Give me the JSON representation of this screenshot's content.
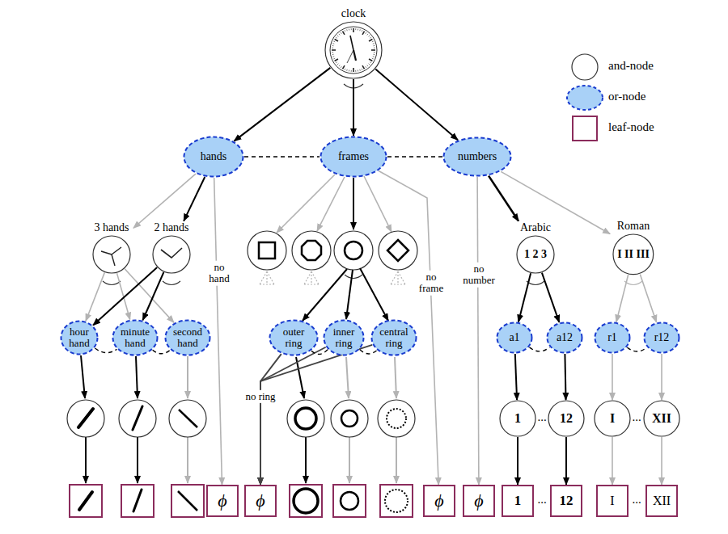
{
  "diagram": {
    "nodes": [
      {
        "text": [
          "clock"
        ]
      },
      {
        "text": [
          "hands"
        ]
      },
      {
        "text": [
          "frames"
        ]
      },
      {
        "text": [
          "numbers"
        ]
      },
      {
        "text": [
          "3 hands"
        ]
      },
      {
        "text": [
          "2 hands"
        ]
      },
      {
        "text": [
          "ϕ"
        ]
      },
      {
        "text": [
          "hour hand"
        ]
      },
      {
        "text": [
          "minute hand"
        ]
      },
      {
        "text": [
          "second hand"
        ]
      },
      {
        "text": [
          "outer ring"
        ]
      },
      {
        "text": [
          "inner ring"
        ]
      },
      {
        "text": [
          "central ring"
        ]
      },
      {
        "text": [
          "ϕ"
        ]
      },
      {
        "text": [
          "ϕ"
        ]
      },
      {
        "text": [
          "ϕ"
        ]
      },
      {
        "text": [
          "Arabic",
          "1 2 3"
        ]
      },
      {
        "text": [
          "Roman",
          "I II III"
        ]
      },
      {
        "text": [
          "a1"
        ]
      },
      {
        "text": [
          "a12"
        ]
      },
      {
        "text": [
          "r1"
        ]
      },
      {
        "text": [
          "r12"
        ]
      },
      {
        "text": [
          "1"
        ]
      },
      {
        "text": [
          "12"
        ]
      },
      {
        "text": [
          "I"
        ]
      },
      {
        "text": [
          "XII"
        ]
      },
      {
        "text": [
          "1"
        ]
      },
      {
        "text": [
          "12"
        ]
      },
      {
        "text": [
          "I"
        ]
      },
      {
        "text": [
          "XII"
        ]
      }
    ],
    "edges": [
      {
        "from": 0,
        "to": 1,
        "arrow": "to"
      },
      {
        "from": 0,
        "to": 2,
        "arrow": "to"
      },
      {
        "from": 0,
        "to": 3,
        "arrow": "to"
      },
      {
        "from": 1,
        "to": 4,
        "arrow": "to"
      },
      {
        "from": 1,
        "to": 5,
        "arrow": "to"
      },
      {
        "from": 1,
        "to": 6,
        "arrow": "to",
        "label": "no hand"
      },
      {
        "from": 4,
        "to": 7,
        "arrow": "to"
      },
      {
        "from": 4,
        "to": 8,
        "arrow": "to"
      },
      {
        "from": 4,
        "to": 9,
        "arrow": "to"
      },
      {
        "from": 5,
        "to": 7,
        "arrow": "to"
      },
      {
        "from": 5,
        "to": 8,
        "arrow": "to"
      },
      {
        "from": 2,
        "to": 14,
        "arrow": "to",
        "label": "no frame"
      },
      {
        "from": 10,
        "to": 13,
        "arrow": "to"
      },
      {
        "from": 11,
        "to": 13,
        "arrow": "to"
      },
      {
        "from": 12,
        "to": 13,
        "arrow": "to"
      },
      {
        "from": 3,
        "to": 15,
        "arrow": "to",
        "label": "no number"
      },
      {
        "from": 3,
        "to": 16,
        "arrow": "to"
      },
      {
        "from": 3,
        "to": 17,
        "arrow": "to"
      },
      {
        "from": 16,
        "to": 18,
        "arrow": "to"
      },
      {
        "from": 16,
        "to": 19,
        "arrow": "to"
      },
      {
        "from": 17,
        "to": 20,
        "arrow": "to"
      },
      {
        "from": 17,
        "to": 21,
        "arrow": "to"
      },
      {
        "from": 18,
        "to": 22,
        "arrow": "to"
      },
      {
        "from": 19,
        "to": 23,
        "arrow": "to"
      },
      {
        "from": 20,
        "to": 24,
        "arrow": "to"
      },
      {
        "from": 21,
        "to": 25,
        "arrow": "to"
      },
      {
        "from": 22,
        "to": 26,
        "arrow": "to"
      },
      {
        "from": 23,
        "to": 27,
        "arrow": "to"
      },
      {
        "from": 24,
        "to": 28,
        "arrow": "to"
      },
      {
        "from": 25,
        "to": 29,
        "arrow": "to"
      },
      {
        "from": 1,
        "to": 2,
        "arrow": "none"
      },
      {
        "from": 2,
        "to": 3,
        "arrow": "none"
      },
      {
        "from": 7,
        "to": 8,
        "arrow": "none"
      },
      {
        "from": 8,
        "to": 9,
        "arrow": "none"
      },
      {
        "from": 10,
        "to": 11,
        "arrow": "none"
      },
      {
        "from": 11,
        "to": 12,
        "arrow": "none"
      },
      {
        "from": 18,
        "to": 19,
        "arrow": "none"
      },
      {
        "from": 20,
        "to": 21,
        "arrow": "none"
      }
    ],
    "labels": [
      "no ring",
      "...",
      "...",
      "...",
      "..."
    ],
    "legend": [
      {
        "text": "and-node"
      },
      {
        "text": "or-node",
        "color": "#a9d1f7"
      },
      {
        "text": "leaf-node"
      }
    ]
  }
}
